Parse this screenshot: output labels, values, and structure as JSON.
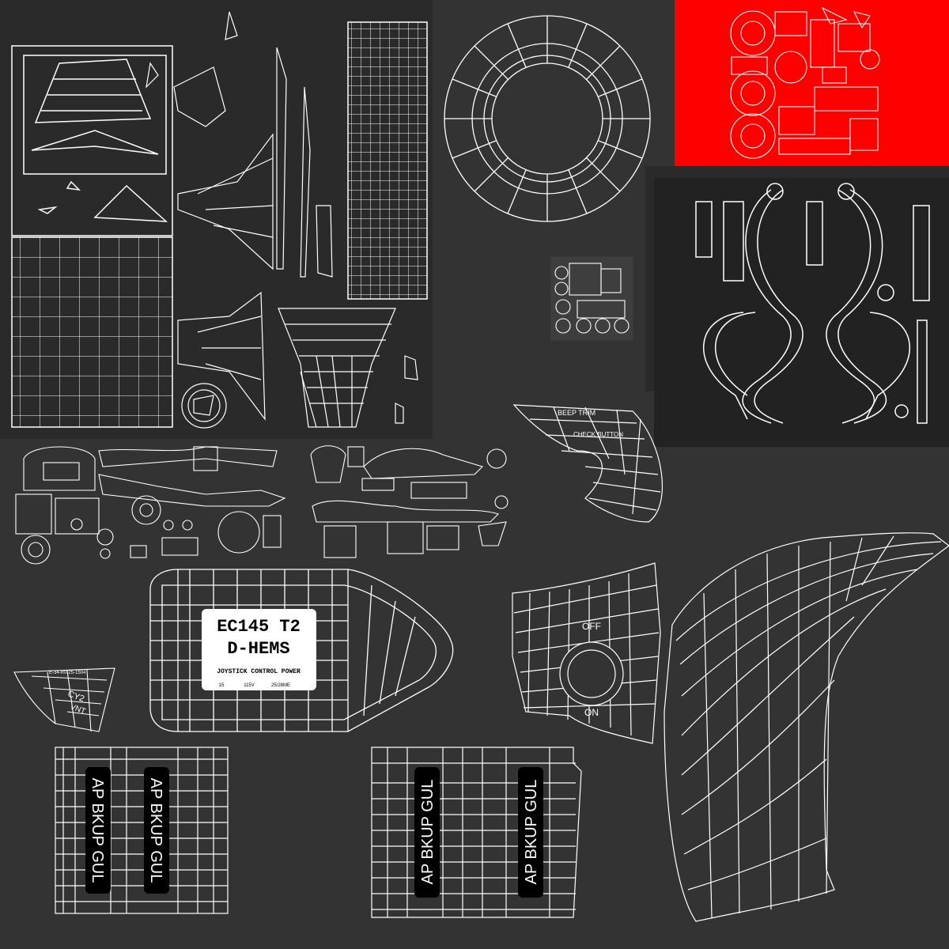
{
  "colors": {
    "background": "#333333",
    "panel_dark": "#2a2a2a",
    "panel_darker": "#222222",
    "accent_red": "#ff0000",
    "wire": "#ffffff"
  },
  "labels": {
    "placard_line1": "EC145 T2",
    "placard_line2": "D-HEMS",
    "placard_line3": "JOYSTICK CONTROL POWER",
    "placard_small_left": "15",
    "placard_small_mid": "115V",
    "placard_small_right": "25/28ME",
    "switch_off": "OFF",
    "switch_on": "ON",
    "beep_trim": "BEEP TRIM",
    "check_button": "CHECK BUTTON",
    "small_part_code": "E-34-R0-25-1504",
    "cy2": "CY2",
    "vnt": "VNT",
    "ap_bkup": "AP BKUP GUL"
  }
}
